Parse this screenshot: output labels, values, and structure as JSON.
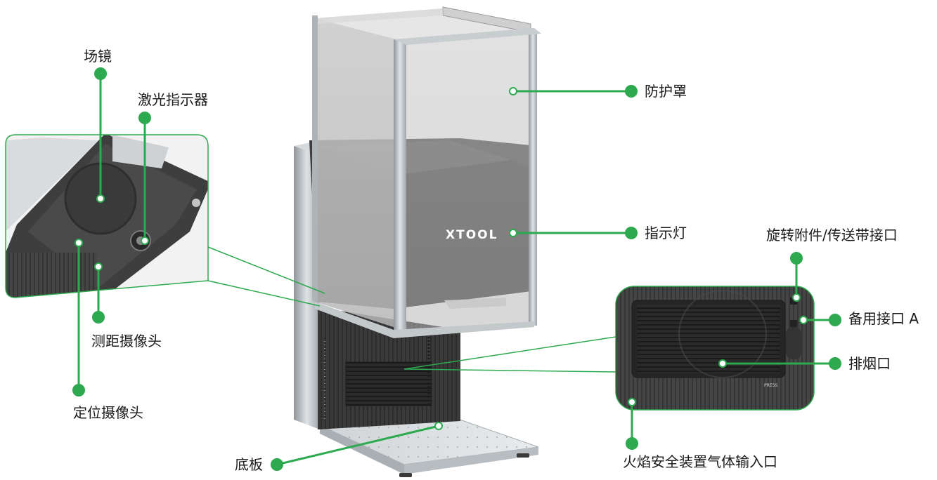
{
  "brand": "XTOOL",
  "colors": {
    "accent": "#2da94f",
    "frame": "#b9bec3",
    "dark_body": "#3b3b3b",
    "glass": "#c9c9c9"
  },
  "labels": {
    "field_lens": "场镜",
    "laser_indicator": "激光指示器",
    "ranging_camera": "测距摄像头",
    "positioning_camera": "定位摄像头",
    "protective_cover": "防护罩",
    "indicator_light": "指示灯",
    "rotary_conveyor_port": "旋转附件/传送带接口",
    "spare_port_a": "备用接口 A",
    "exhaust_port": "排烟口",
    "flame_safety_gas_inlet": "火焰安全装置气体输入口",
    "base_plate": "底板"
  },
  "icons": [
    "callout-dot",
    "callout-ring"
  ]
}
